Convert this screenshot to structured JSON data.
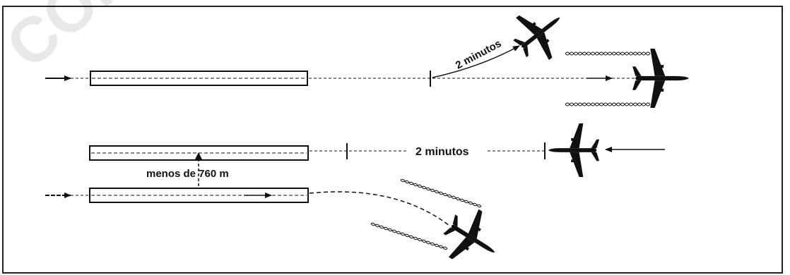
{
  "labels": {
    "top_time": "2 minutos",
    "middle_time": "2 minutos",
    "separation": "menos de 760 m"
  },
  "watermark": "COPIA"
}
